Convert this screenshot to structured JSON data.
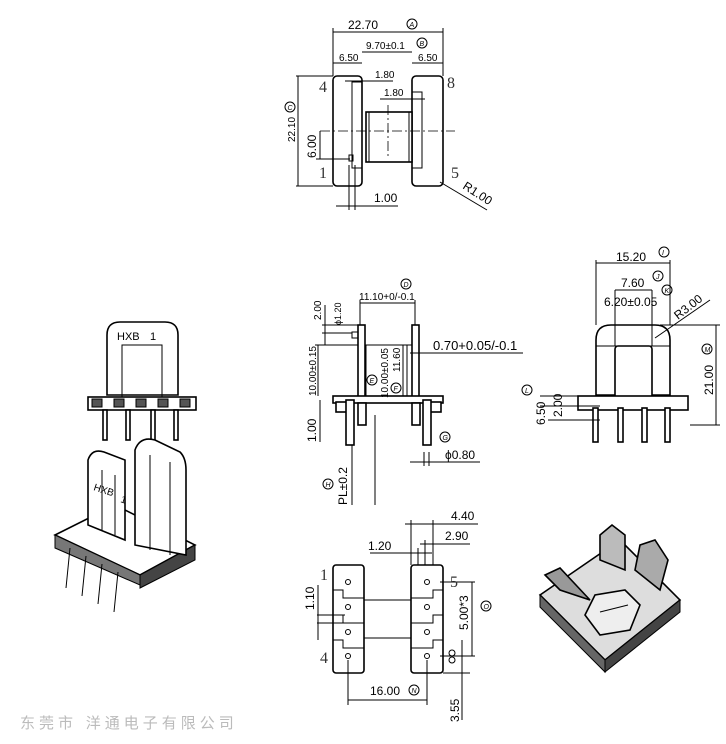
{
  "watermark": "东莞市 洋通电子有限公司",
  "top_view": {
    "overall_width": "22.70",
    "overall_width_ref": "A",
    "gap_width": "9.70±0.1",
    "gap_width_ref": "B",
    "flange_left": "6.50",
    "flange_right": "6.50",
    "step_1": "1.80",
    "step_2": "1.80",
    "height": "22.10",
    "height_ref": "C",
    "pin_offset": "6.00",
    "pin_width": "1.00",
    "radius": "R1.00",
    "pins": [
      "4",
      "8",
      "1",
      "5"
    ]
  },
  "front_view": {
    "inner_width": "11.10+0/-0.1",
    "inner_width_ref": "D",
    "top_height": "2.00",
    "hole_dia": "ϕ1.20",
    "wall": "0.70+0.05/-0.1",
    "outer_height": "10.00±0.15",
    "inner_height": "10.00±0.05",
    "inner_height_ref": "E",
    "core_height": "11.60",
    "core_height_ref": "F",
    "pin_length": "1.00",
    "pin_dia": "ϕ0.80",
    "pin_dia_ref": "G",
    "pitch": "PL±0.2",
    "pitch_ref": "H"
  },
  "side_view": {
    "width": "15.20",
    "width_ref": "I",
    "core_width": "7.60",
    "core_width_ref": "J",
    "inner_width": "6.20±0.05",
    "inner_width_ref": "K",
    "radius": "R3.00",
    "height": "21.00",
    "height_ref": "M",
    "base_height": "6.50",
    "base_height_ref": "L",
    "step": "2.00"
  },
  "label_view": {
    "marking": "HXB",
    "pin_mark": "1"
  },
  "bottom_view": {
    "dim_4_40": "4.40",
    "dim_2_90": "2.90",
    "dim_1_20": "1.20",
    "dim_1_10": "1.10",
    "pitch": "5.00*3",
    "pitch_ref": "O",
    "row_spacing": "16.00",
    "row_spacing_ref": "N",
    "dim_3_55": "3.55",
    "pins": [
      "1",
      "5",
      "4"
    ]
  }
}
